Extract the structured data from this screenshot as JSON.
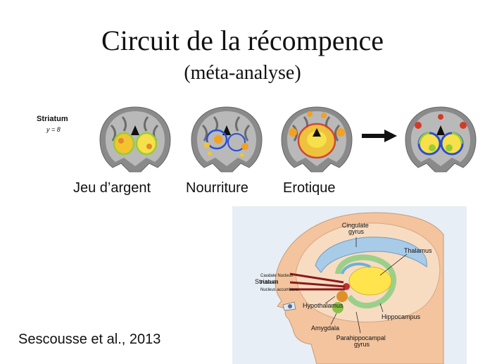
{
  "slide": {
    "title": "Circuit de la récompence",
    "subtitle": "(méta-analyse)",
    "brain_scans": {
      "region_label": "Striatum",
      "coordinate_label": "y = 8",
      "captions": [
        "Jeu d’argent",
        "Nourriture",
        "Erotique"
      ]
    },
    "citation": "Sescousse et al., 2013",
    "anatomy": {
      "labels": {
        "cingulate": "Cingulate\ngyrus",
        "thalamus": "Thalamus",
        "striatum": "Striatum",
        "caudate": "Caudate Nucleus",
        "putamen": "Putamen",
        "accumbens": "Nucleus accumbens",
        "hypothalamus": "Hypothalamus",
        "hippocampus": "Hippocampus",
        "amygdala": "Amygdala",
        "parahippocampal": "Parahippocampal\ngyrus"
      }
    },
    "colors": {
      "gambling": "#9acd32",
      "food": "#2a4fd0",
      "erotic": "#d43a2a",
      "activation": "#f4c430",
      "arrow": "#111111",
      "anatomy_bg": "#e7eef5",
      "head": "#f3c49e",
      "brain": "#f7dcc2",
      "cingulate": "#a8cbe8",
      "thalamus": "#ffe44d",
      "hippocampus": "#9bd08a",
      "fiber_arrow": "#8b1a1a"
    }
  }
}
